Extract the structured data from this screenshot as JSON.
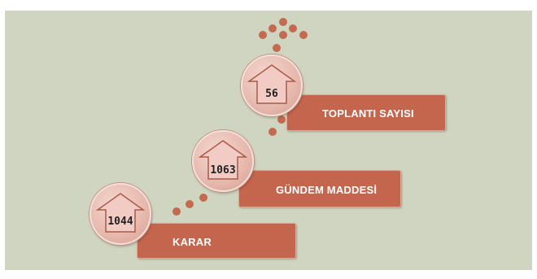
{
  "steps": [
    {
      "value": "1044",
      "label": "KARAR"
    },
    {
      "value": "1063",
      "label": "GÜNDEM MADDESİ"
    },
    {
      "value": "56",
      "label": "TOPLANTI SAYISI"
    }
  ],
  "colors": {
    "background": "#cfd5c0",
    "banner": "#c4664e",
    "dots": "#c46a50",
    "circle": "#e6b8ad",
    "arrow_fill": "#f2ccc4",
    "arrow_stroke": "#a85a48"
  },
  "icon": "up-arrow-house-icon"
}
